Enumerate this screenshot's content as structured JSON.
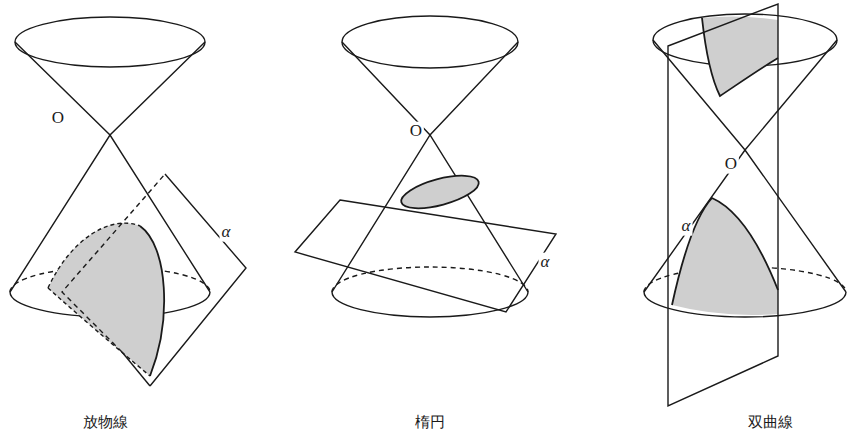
{
  "diagram": {
    "labels": [
      "O",
      "α",
      "放物線",
      "O",
      "α",
      "楕円",
      "α",
      "O",
      "双曲線"
    ]
  }
}
